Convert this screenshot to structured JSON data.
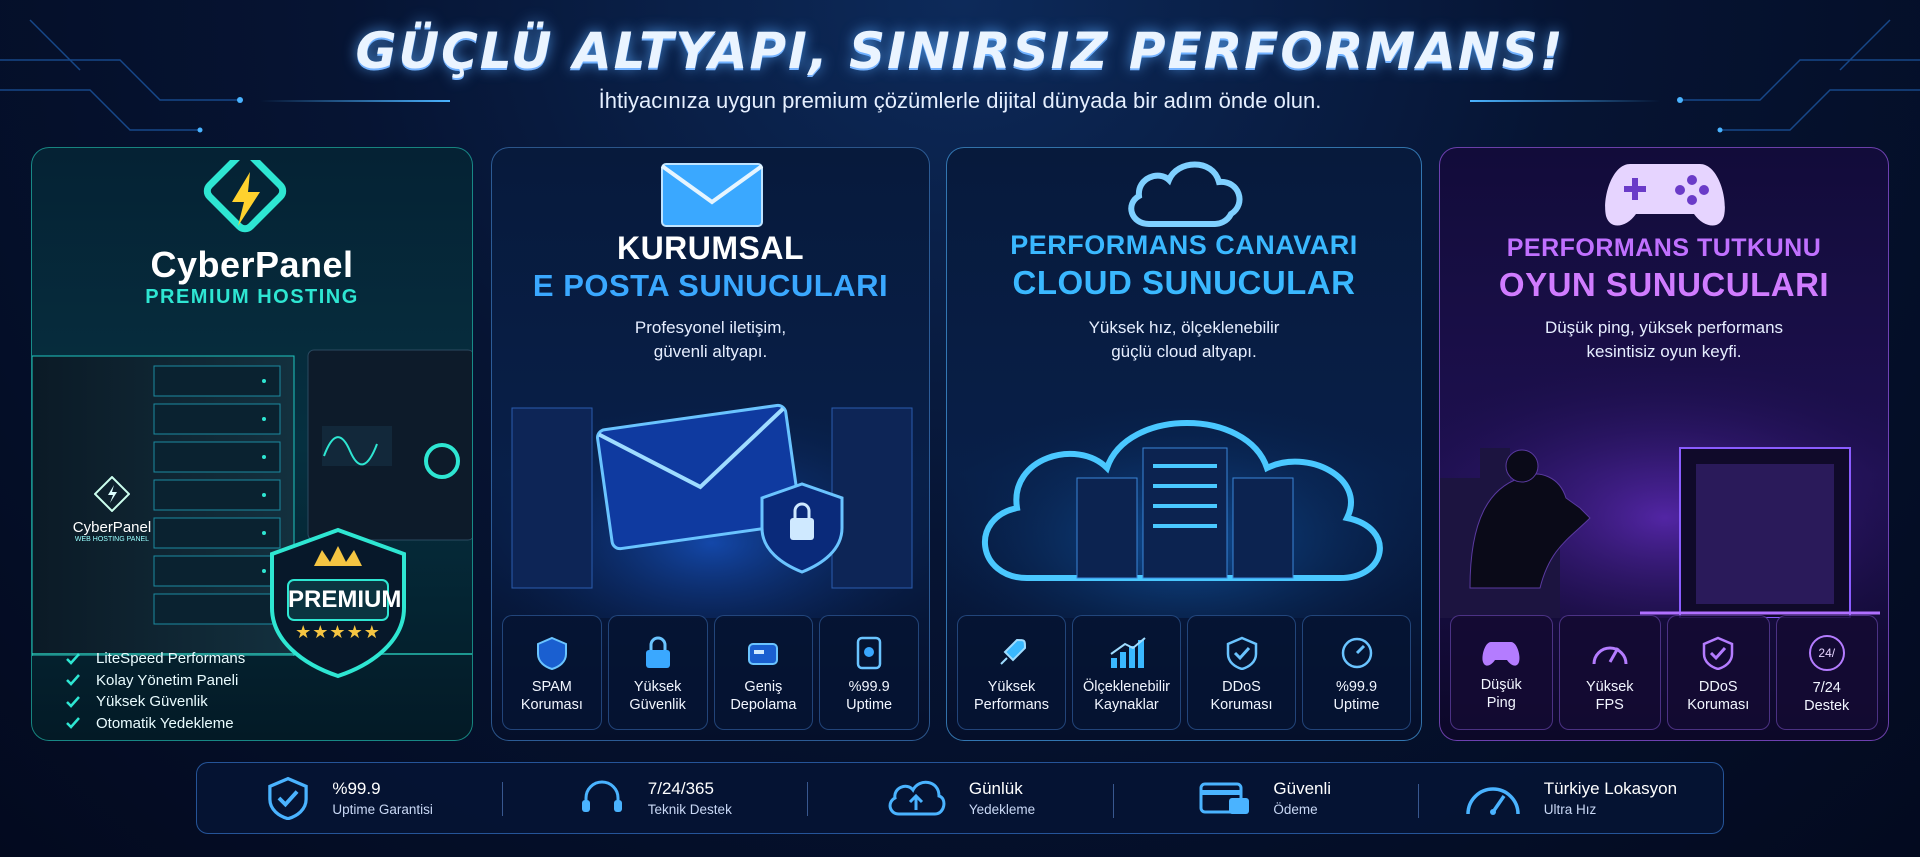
{
  "header": {
    "title": "GÜÇLÜ ALTYAPI, SINIRSIZ PERFORMANS!",
    "subtitle": "İhtiyacınıza uygun premium çözümlerle dijital dünyada bir adım önde olun."
  },
  "cards": [
    {
      "brand": "CyberPanel",
      "tagline": "PREMIUM HOSTING",
      "server_brand": "CyberPanel",
      "server_sub": "WEB HOSTING PANEL",
      "badge": "PREMIUM",
      "stars": "★★★★★",
      "checklist": [
        "LiteSpeed Performans",
        "Kolay Yönetim Paneli",
        "Yüksek Güvenlik",
        "Otomatik Yedekleme"
      ],
      "accent": "#2ee6d2",
      "icon": "lightning-icon"
    },
    {
      "title_line1": "KURUMSAL",
      "title_line2": "E POSTA SUNUCULARI",
      "desc_line1": "Profesyonel iletişim,",
      "desc_line2": "güvenli altyapı.",
      "accent": "#3aa8ff",
      "icon": "envelope-icon",
      "features": [
        {
          "l1": "SPAM",
          "l2": "Koruması",
          "icon": "shield-icon"
        },
        {
          "l1": "Yüksek",
          "l2": "Güvenlik",
          "icon": "lock-icon"
        },
        {
          "l1": "Geniş",
          "l2": "Depolama",
          "icon": "storage-icon"
        },
        {
          "l1": "%99.9",
          "l2": "Uptime",
          "icon": "device-icon"
        }
      ]
    },
    {
      "title_line1": "PERFORMANS CANAVARI",
      "title_line2": "CLOUD SUNUCULAR",
      "desc_line1": "Yüksek hız, ölçeklenebilir",
      "desc_line2": "güçlü cloud altyapı.",
      "accent": "#3ab8ff",
      "icon": "cloud-icon",
      "features": [
        {
          "l1": "Yüksek",
          "l2": "Performans",
          "icon": "rocket-icon"
        },
        {
          "l1": "Ölçeklenebilir",
          "l2": "Kaynaklar",
          "icon": "bar-chart-icon"
        },
        {
          "l1": "DDoS",
          "l2": "Koruması",
          "icon": "shield-check-icon"
        },
        {
          "l1": "%99.9",
          "l2": "Uptime",
          "icon": "gauge-icon"
        }
      ]
    },
    {
      "title_line1": "PERFORMANS TUTKUNU",
      "title_line2": "OYUN SUNUCULARI",
      "desc_line1": "Düşük ping, yüksek performans",
      "desc_line2": "kesintisiz oyun keyfi.",
      "accent": "#c070ff",
      "icon": "gamepad-icon",
      "features": [
        {
          "l1": "Düşük",
          "l2": "Ping",
          "icon": "gamepad-icon"
        },
        {
          "l1": "Yüksek",
          "l2": "FPS",
          "icon": "gauge-icon"
        },
        {
          "l1": "DDoS",
          "l2": "Koruması",
          "icon": "shield-check-icon"
        },
        {
          "l1": "7/24",
          "l2": "Destek",
          "icon": "support-24-icon",
          "badge": "24/"
        }
      ]
    }
  ],
  "bottom_bar": [
    {
      "t1": "%99.9",
      "t2": "Uptime Garantisi",
      "icon": "shield-check-icon"
    },
    {
      "t1": "7/24/365",
      "t2": "Teknik Destek",
      "icon": "headset-icon"
    },
    {
      "t1": "Günlük",
      "t2": "Yedekleme",
      "icon": "cloud-upload-icon"
    },
    {
      "t1": "Güvenli",
      "t2": "Ödeme",
      "icon": "card-icon"
    },
    {
      "t1": "Türkiye Lokasyon",
      "t2": "Ultra Hız",
      "icon": "speedometer-icon"
    }
  ],
  "colors": {
    "background": "#061433",
    "cyan": "#2ee6d2",
    "blue": "#3aa8ff",
    "purple": "#c070ff",
    "gold": "#f5c542"
  }
}
